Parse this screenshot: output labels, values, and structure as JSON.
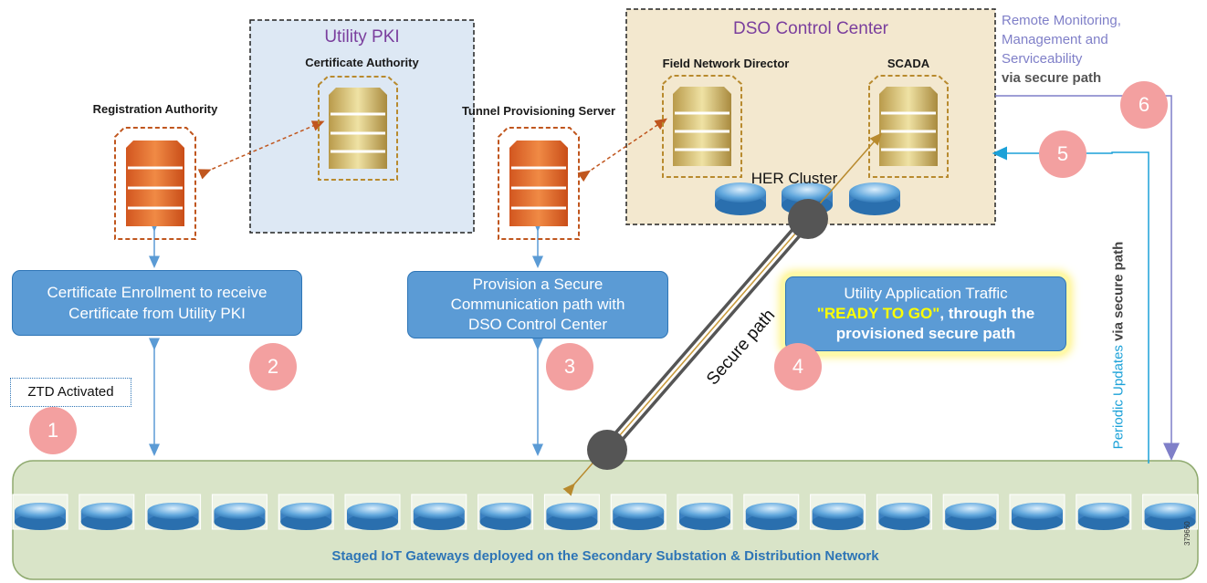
{
  "utility_pki": {
    "title": "Utility PKI",
    "subtitle": "Certificate Authority"
  },
  "registration_authority": "Registration Authority",
  "tunnel_server": "Tunnel Provisioning Server",
  "dso": {
    "title": "DSO Control Center",
    "fnd": "Field Network Director",
    "scada": "SCADA",
    "her": "HER Cluster"
  },
  "remote": {
    "line1": "Remote Monitoring,",
    "line2": "Management and",
    "line3": "Serviceability",
    "line4": "via secure path"
  },
  "steps": {
    "cert_line1": "Certificate Enrollment to receive",
    "cert_line2": "Certificate from Utility PKI",
    "prov_line1": "Provision a Secure",
    "prov_line2": "Communication path with",
    "prov_line3": "DSO Control Center",
    "traffic_line1": "Utility Application Traffic",
    "traffic_quote": "\"READY TO GO\"",
    "traffic_rest": ", through the",
    "traffic_line3": "provisioned secure path"
  },
  "ztd": "ZTD Activated",
  "secure_path": "Secure path",
  "periodic": {
    "part1": "Periodic Updates",
    "part2": " via secure path"
  },
  "badges": [
    "1",
    "2",
    "3",
    "4",
    "5",
    "6"
  ],
  "gateways_label": "Staged IoT Gateways deployed on the Secondary Substation & Distribution Network",
  "figure_id": "379660",
  "colors": {
    "box_blue": "#5b9bd5",
    "badge_pink": "#f3a0a0",
    "title_purple": "#7a3e9d",
    "highlight_yellow": "#ffff00",
    "cyan_arrow": "#1ba1d8",
    "purple_arrow": "#7f7fc8",
    "gateway_panel": "#d9e4c8"
  }
}
